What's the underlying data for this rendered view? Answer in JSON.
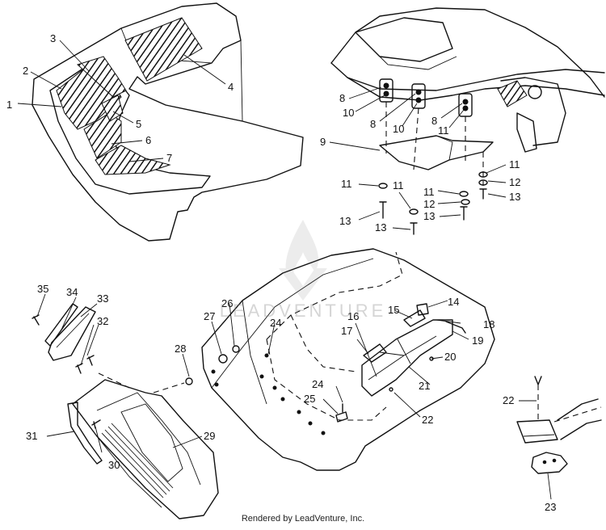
{
  "callouts": {
    "c1": "1",
    "c2": "2",
    "c3": "3",
    "c4": "4",
    "c5": "5",
    "c6": "6",
    "c7": "7",
    "c8a": "8",
    "c8b": "8",
    "c8c": "8",
    "c9": "9",
    "c10a": "10",
    "c10b": "10",
    "c11a": "11",
    "c11b": "11",
    "c11c": "11",
    "c11d": "11",
    "c11e": "11",
    "c12a": "12",
    "c12b": "12",
    "c13a": "13",
    "c13b": "13",
    "c13c": "13",
    "c13d": "13",
    "c14": "14",
    "c15": "15",
    "c16": "16",
    "c17": "17",
    "c18": "18",
    "c19": "19",
    "c20": "20",
    "c21": "21",
    "c22a": "22",
    "c22b": "22",
    "c23": "23",
    "c24a": "24",
    "c24b": "24",
    "c25": "25",
    "c26": "26",
    "c27": "27",
    "c28": "28",
    "c29": "29",
    "c30": "30",
    "c31": "31",
    "c32": "32",
    "c33": "33",
    "c34": "34",
    "c35": "35"
  },
  "watermark": {
    "text": "LEADVENTURE",
    "icon": "flame-logo-icon"
  },
  "footer": {
    "credit": "Rendered by LeadVenture, Inc."
  }
}
